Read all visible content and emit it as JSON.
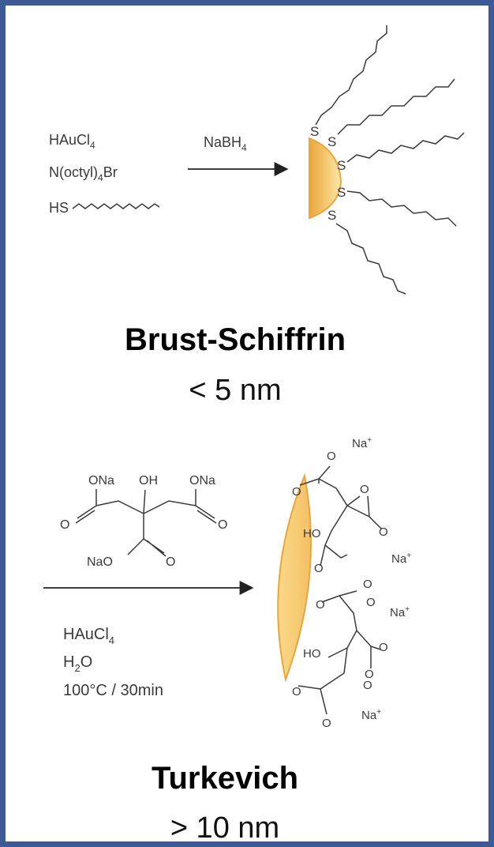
{
  "colors": {
    "border": "#3c5b96",
    "gold_light": "#fde7a6",
    "gold_dark": "#e9a63a",
    "ink": "#3a3a3a"
  },
  "brust": {
    "reagents": [
      "HAuCl",
      "N(octyl)",
      "Br",
      "HS"
    ],
    "reagent_subscripts": [
      "4",
      "4"
    ],
    "arrow_reagent": "NaBH",
    "arrow_reagent_sub": "4",
    "sulfur_labels": [
      "S",
      "S",
      "S",
      "S",
      "S"
    ],
    "title": "Brust-Schiffrin",
    "size": "< 5 nm"
  },
  "turkevich": {
    "citrate_labels": [
      "ONa",
      "OH",
      "ONa",
      "O",
      "O",
      "NaO",
      "O"
    ],
    "conditions": [
      "HAuCl",
      "H",
      "O",
      "100°C / 30min"
    ],
    "condition_subscripts": [
      "4",
      "2"
    ],
    "surface_labels": [
      "Na",
      "+",
      "O",
      "O",
      "O",
      "O",
      "HO",
      "O",
      "Na",
      "+",
      "O",
      "O",
      "Na",
      "+",
      "O",
      "O",
      "HO",
      "O",
      "O",
      "O",
      "Na",
      "+",
      "O"
    ],
    "title": "Turkevich",
    "size": "> 10 nm"
  }
}
